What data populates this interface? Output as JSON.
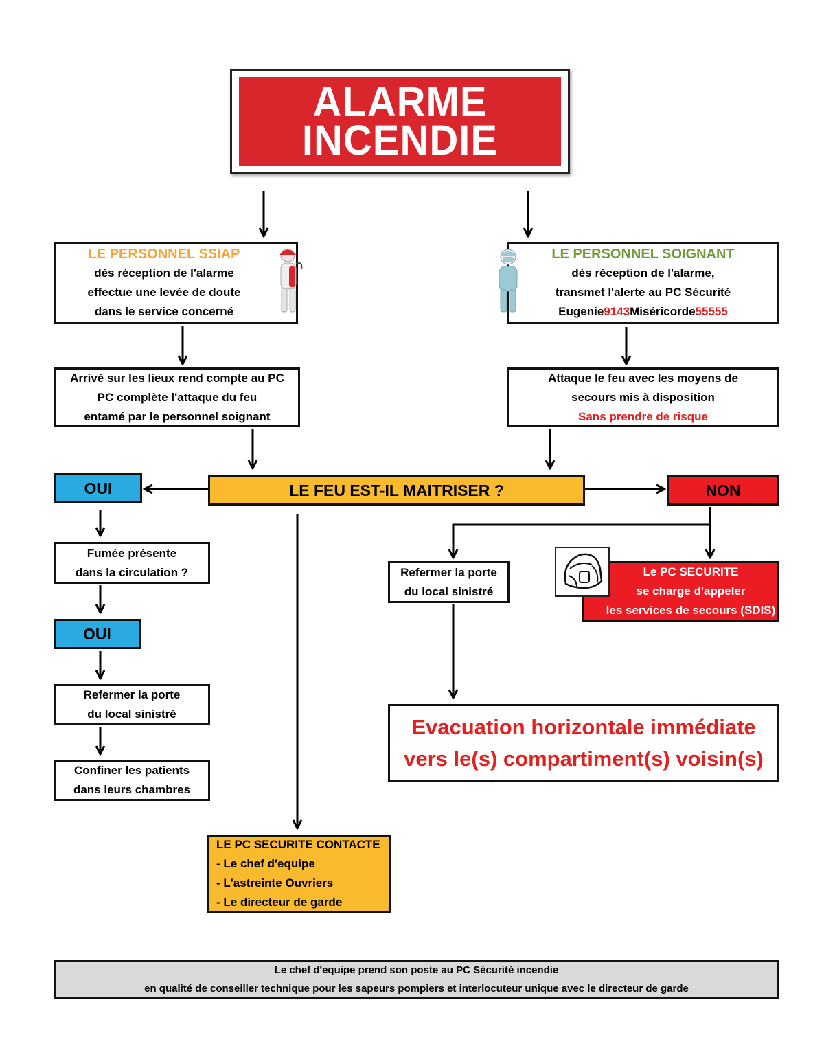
{
  "title": {
    "line1": "ALARME",
    "line2": "INCENDIE",
    "color": "#d9262c"
  },
  "ssiap": {
    "heading": "LE PERSONNEL SSIAP",
    "lines": [
      "dés réception de l'alarme",
      "effectue une levée de doute",
      "dans le service concerné"
    ],
    "figure": "firefighter-extinguisher-figure",
    "heading_color": "#f4a533"
  },
  "soignant": {
    "heading": "LE PERSONNEL SOIGNANT",
    "lines": [
      "dès réception de l'alarme,",
      "transmet l'alerte au PC Sécurité"
    ],
    "phone": {
      "site1": "Eugenie",
      "num1": "9143",
      "site2": "Miséricorde",
      "num2": "55555"
    },
    "figure": "nurse-figure",
    "heading_color": "#6f9a37"
  },
  "arrive": {
    "lines": [
      "Arrivé sur les lieux rend compte au PC",
      "PC complète l'attaque du feu",
      "entamé par le personnel soignant"
    ]
  },
  "attaque": {
    "lines": [
      "Attaque le feu avec les moyens de",
      "secours mis à disposition"
    ],
    "warning": "Sans prendre de risque"
  },
  "question": {
    "label": "LE FEU EST-IL MAITRISER ?",
    "color": "#f9bb2d"
  },
  "oui1": {
    "label": "OUI",
    "color": "#29abe2"
  },
  "non": {
    "label": "NON",
    "color": "#ec1c24"
  },
  "fumee": {
    "lines": [
      "Fumée présente",
      "dans la circulation ?"
    ]
  },
  "oui2": {
    "label": "OUI"
  },
  "refermer_left": {
    "lines": [
      "Refermer la porte",
      "du local sinistré"
    ]
  },
  "confiner": {
    "lines": [
      "Confiner les patients",
      "dans leurs chambres"
    ]
  },
  "refermer_right": {
    "lines": [
      "Refermer la porte",
      "du local sinistré"
    ]
  },
  "pc_appel": {
    "lines": [
      "Le PC SECURITE",
      "se charge d'appeler",
      "les services de secours (SDIS)"
    ],
    "icon": "firefighter-helmet-icon"
  },
  "evacuation": {
    "lines": [
      "Evacuation horizontale immédiate",
      "vers le(s) compartiment(s) voisin(s)"
    ]
  },
  "pc_contacte": {
    "heading": "LE PC SECURITE CONTACTE",
    "items": [
      "- Le chef d'equipe",
      "- L'astreinte Ouvriers",
      "- Le directeur de garde"
    ]
  },
  "footer": {
    "lines": [
      "Le chef d'equipe prend son poste au PC Sécurité incendie",
      "en qualité de conseiller technique pour les sapeurs pompiers et interlocuteur unique avec le directeur de garde"
    ],
    "color": "#d9d9d9"
  }
}
